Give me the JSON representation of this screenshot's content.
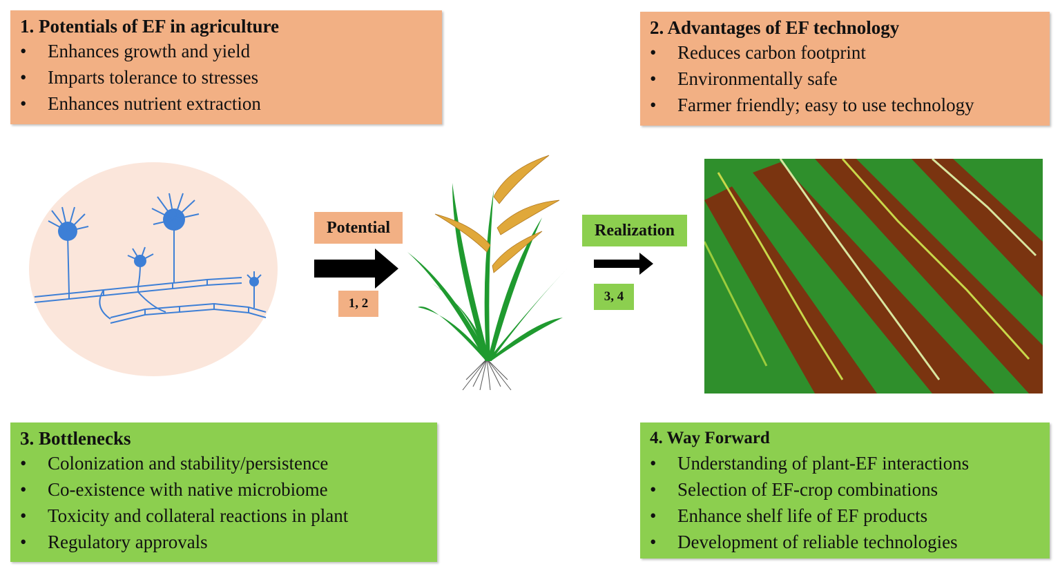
{
  "boxes": {
    "potentials": {
      "title": "1. Potentials of EF in agriculture",
      "items": [
        "Enhances growth and yield",
        "Imparts tolerance to stresses",
        "Enhances nutrient extraction"
      ]
    },
    "advantages": {
      "title": "2. Advantages  of EF technology",
      "items": [
        "Reduces carbon footprint",
        "Environmentally safe",
        "Farmer friendly; easy to use technology"
      ]
    },
    "bottlenecks": {
      "title": "3. Bottlenecks",
      "items": [
        "Colonization and  stability/persistence",
        "Co-existence with native microbiome",
        "Toxicity and collateral reactions in plant",
        "Regulatory approvals"
      ]
    },
    "way_forward": {
      "title": "4. Way Forward",
      "items": [
        "Understanding of plant-EF interactions",
        "Selection of EF-crop combinations",
        "Enhance shelf life of EF products",
        "Development of reliable technologies"
      ]
    }
  },
  "arrows": {
    "potential": {
      "label": "Potential",
      "ref": "1, 2"
    },
    "realization": {
      "label": "Realization",
      "ref": "3, 4"
    }
  },
  "colors": {
    "orange_box": "#f2b084",
    "green_box": "#8ccf4f",
    "fungus": "#3d7fd6",
    "plant_leaf": "#1f9a2f",
    "grain": "#e0a83a",
    "soil": "#7a3410"
  }
}
